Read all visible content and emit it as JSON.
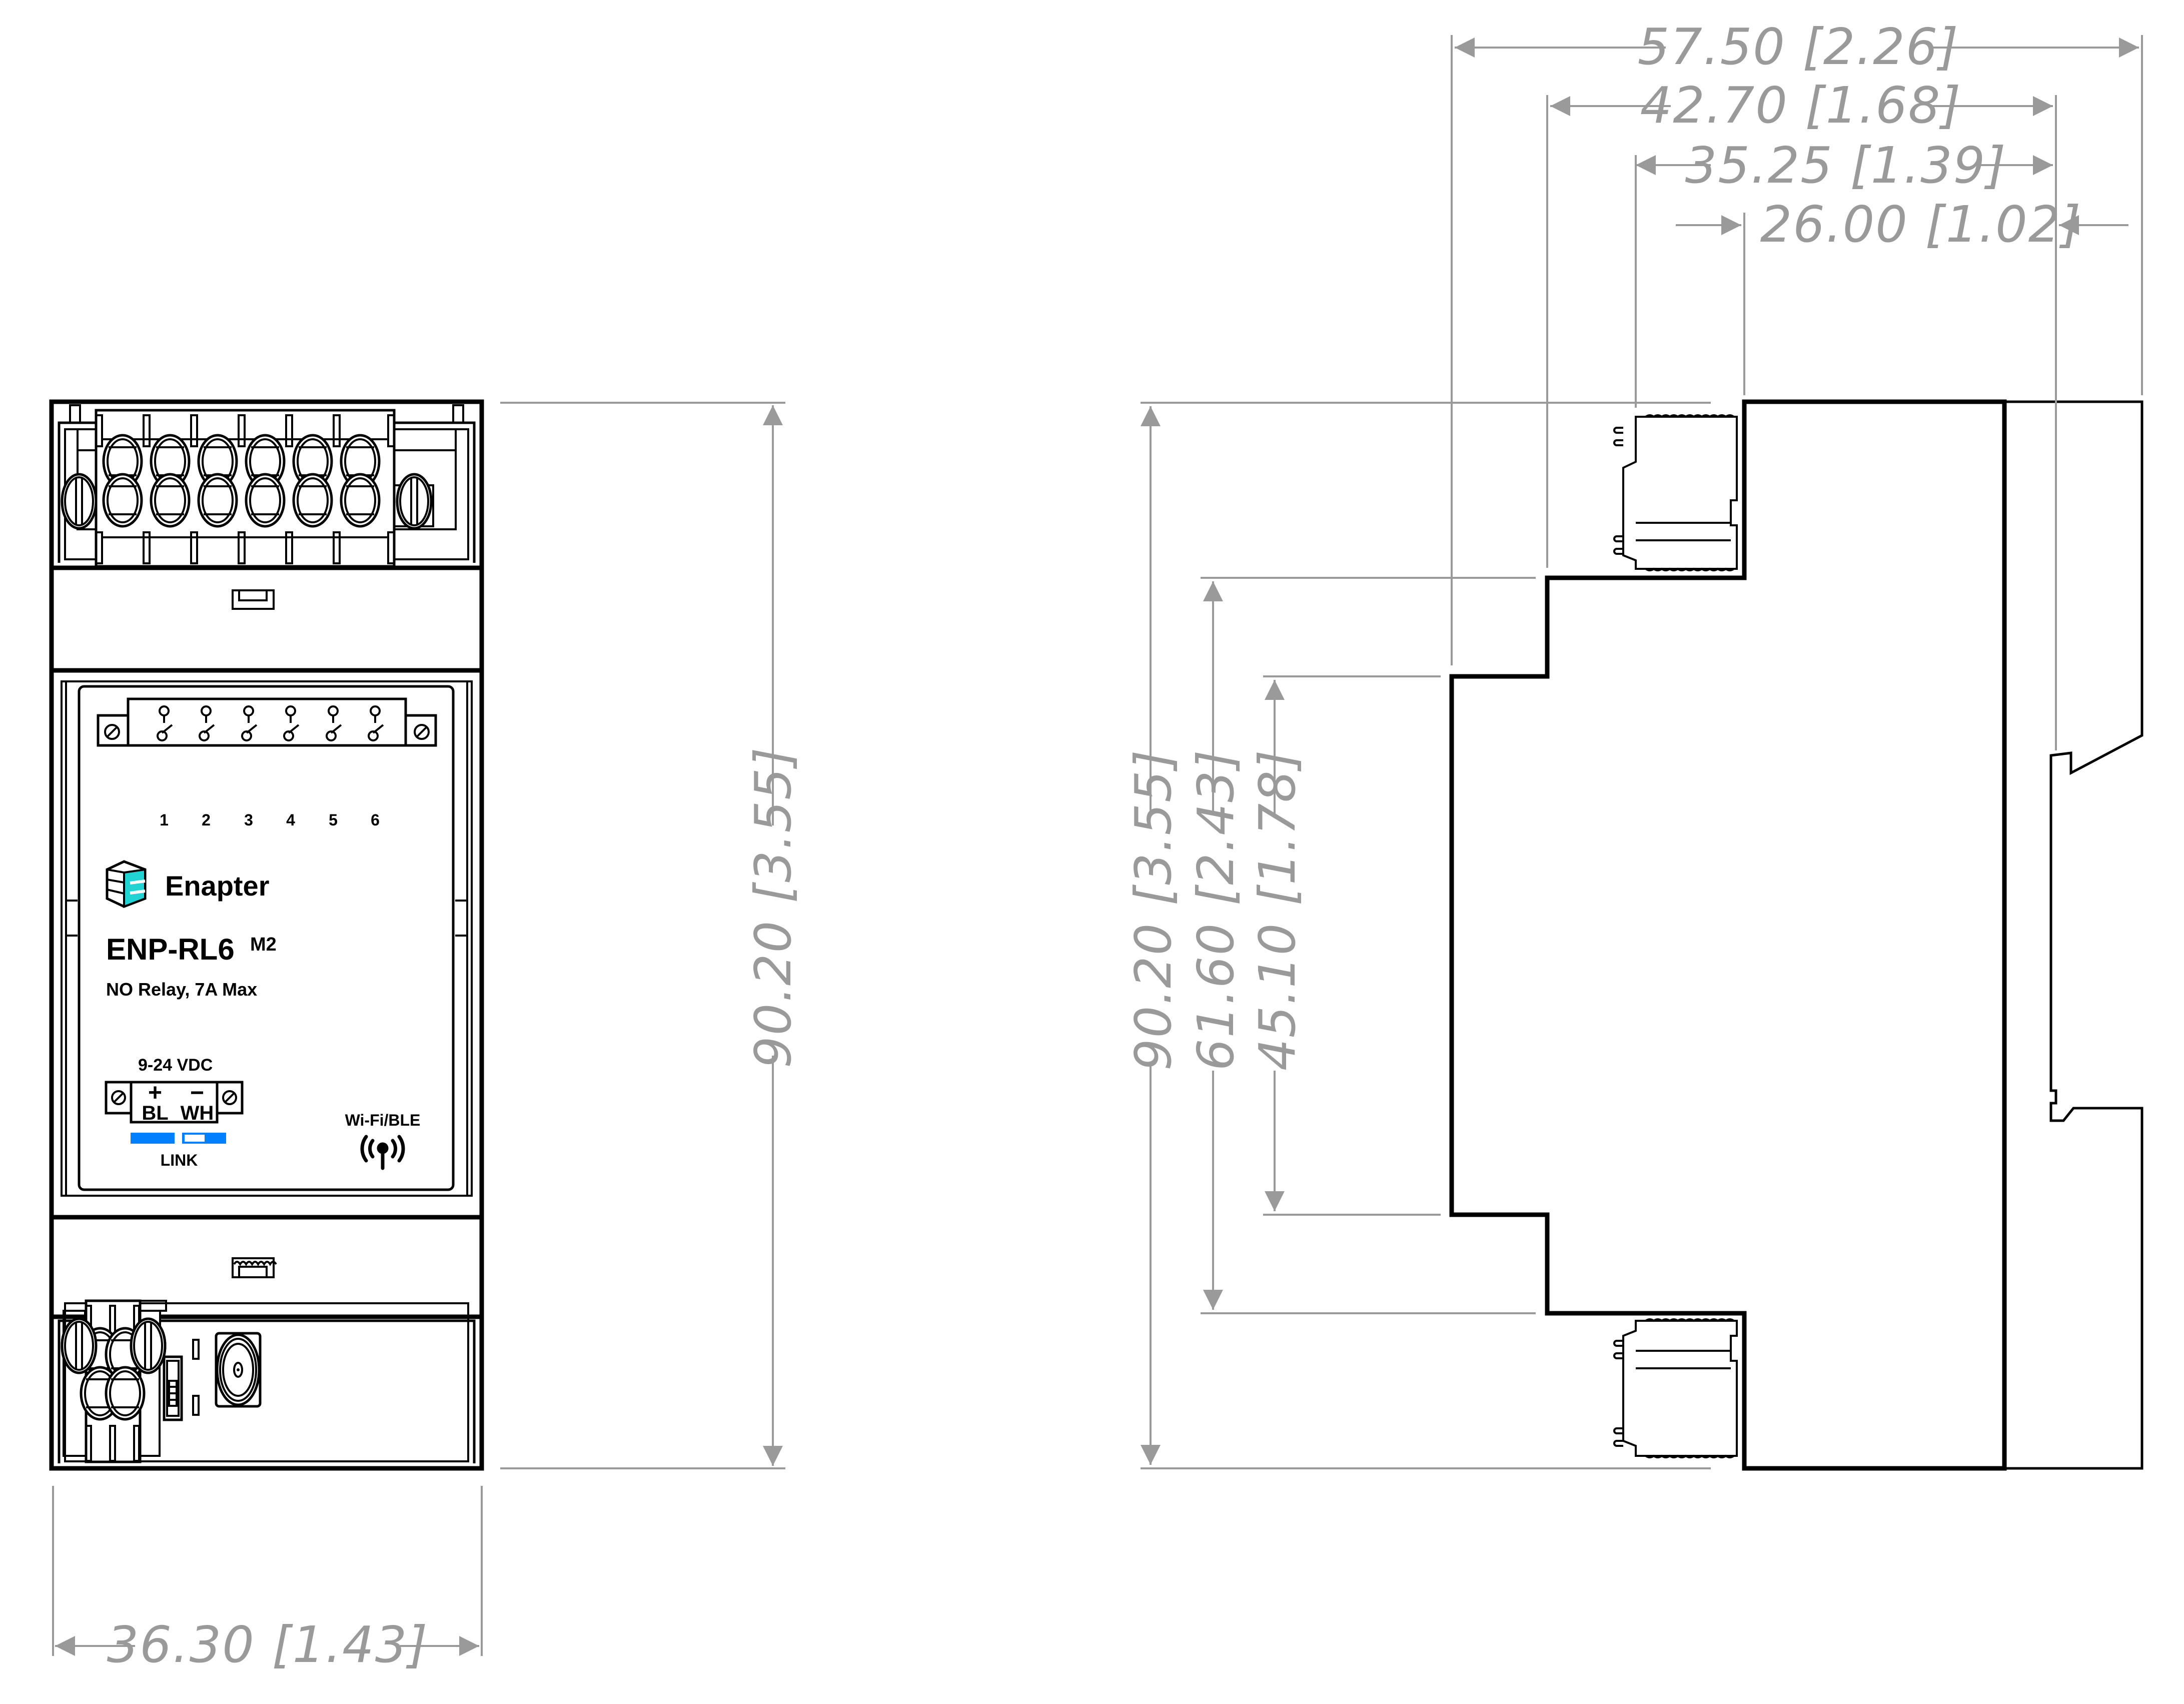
{
  "product": {
    "brand": "Enapter",
    "model": "ENP-RL6",
    "model_suffix": "M2",
    "description": "NO Relay, 7A Max",
    "relay_numbers": [
      "1",
      "2",
      "3",
      "4",
      "5",
      "6"
    ],
    "power_label": "9-24 VDC",
    "power_plus": "+",
    "power_minus": "−",
    "wire_bl": "BL",
    "wire_wh": "WH",
    "link_label": "LINK",
    "wireless_label": "Wi-Fi/BLE",
    "wireless_icon": "antenna-icon",
    "logo_icon": "enapter-logo-icon"
  },
  "colors": {
    "outline": "#000000",
    "dimension": "#9a9a9a",
    "link_blue": "#0080ff",
    "logo_teal": "#22d3d3"
  },
  "dimensions": {
    "front_width": "36.30 [1.43]",
    "front_height": "90.20 [3.55]",
    "side_height": "90.20 [3.55]",
    "side_mid_height": "61.60 [2.43]",
    "side_front_height": "45.10 [1.78]",
    "depth_total": "57.50 [2.26]",
    "depth_step": "42.70 [1.68]",
    "depth_connector": "35.25 [1.39]",
    "depth_body": "26.00 [1.02]"
  },
  "views": {
    "front": "front-view",
    "side": "side-view"
  }
}
